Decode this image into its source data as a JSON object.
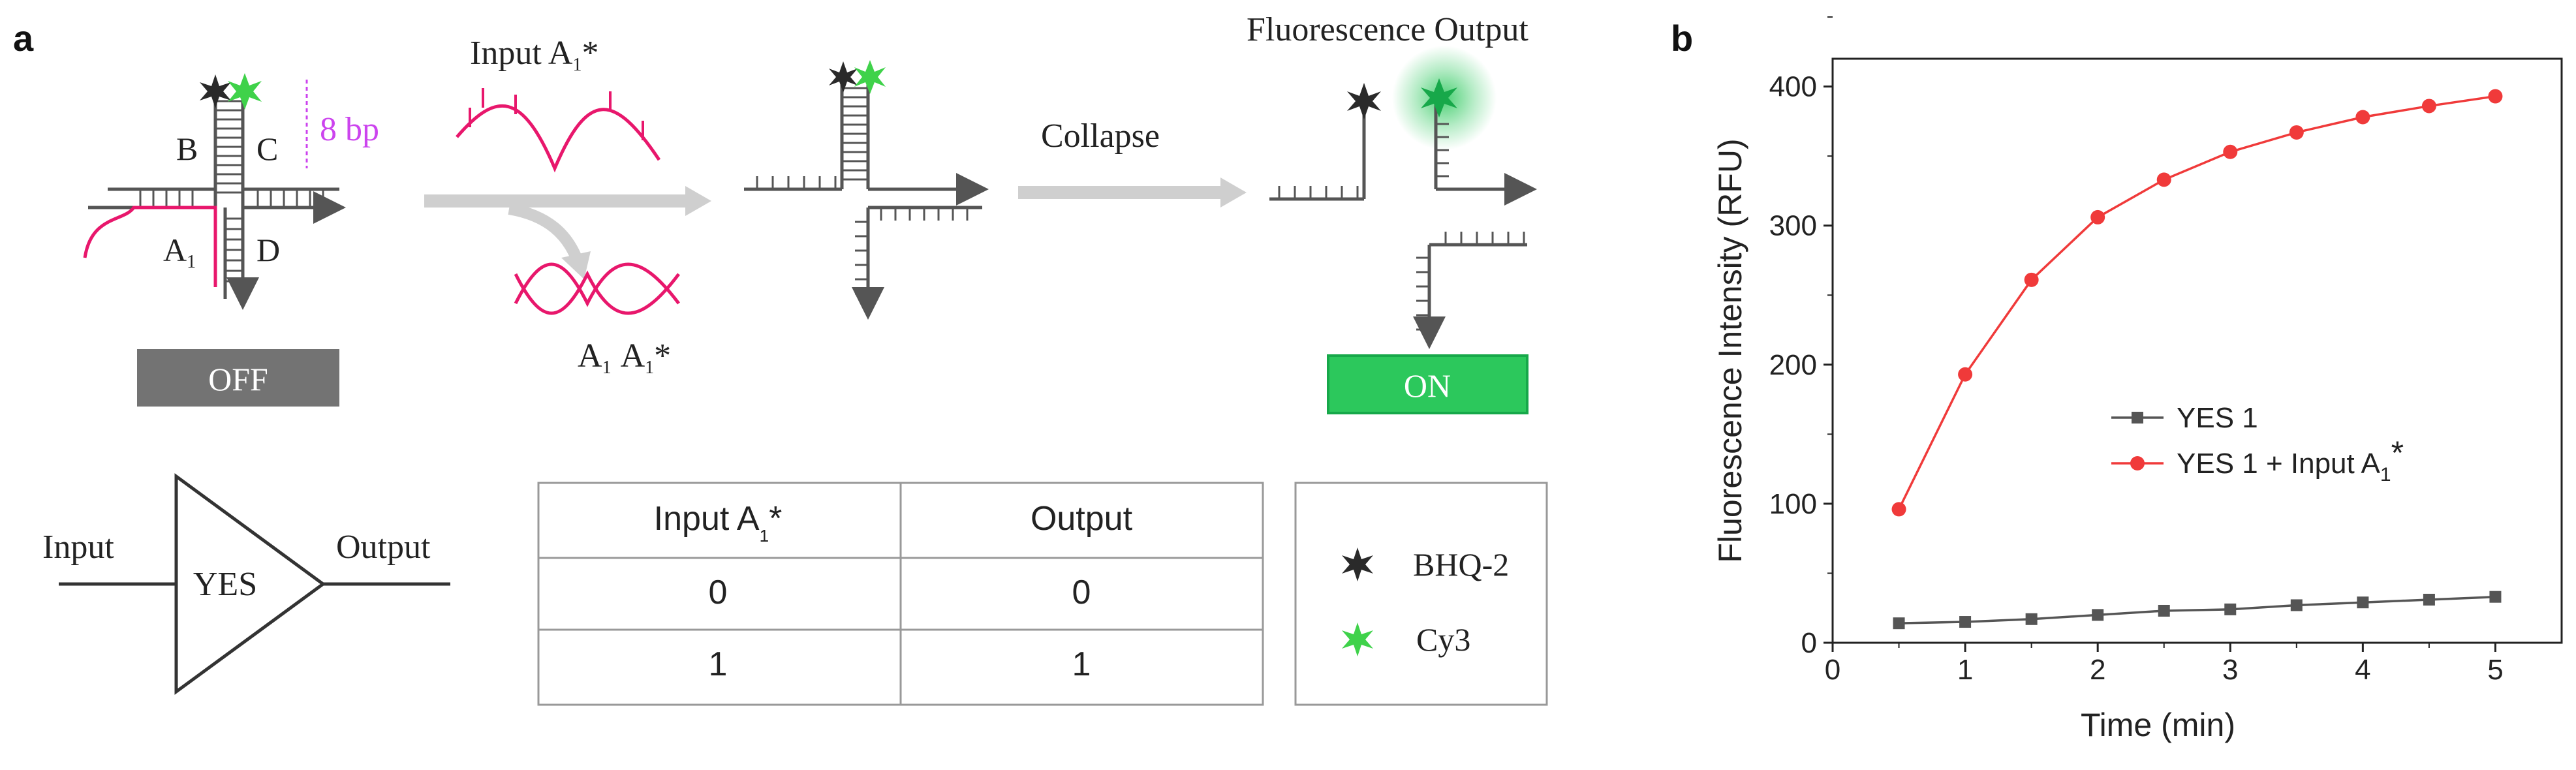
{
  "panel_labels": {
    "a": "a",
    "b": "b"
  },
  "schematic": {
    "input_label_main": "Input A",
    "input_label_sub": "1",
    "input_label_star": "*",
    "arm_labels": {
      "b": "B",
      "c": "C",
      "d": "D",
      "a": "A",
      "a_sub": "1"
    },
    "spacing_label": "8 bp",
    "byproduct_label": {
      "a": "A",
      "a_sub": "1",
      "b": "A",
      "b_sub": "1",
      "star": "*"
    },
    "collapse_label": "Collapse",
    "output_title": "Fluorescence Output",
    "off_badge": "OFF",
    "on_badge": "ON",
    "colors": {
      "strand_gray": "#555555",
      "input_pink": "#e8176c",
      "spacing_violet": "#cc44ee",
      "off_gray": "#737373",
      "on_green": "#2cc85c",
      "quencher": "#2a2a2a",
      "fluorophore": "#3fd24a"
    }
  },
  "logic_gate": {
    "input_label": "Input",
    "gate_label": "YES",
    "output_label": "Output"
  },
  "truth_table": {
    "header_input": "Input A",
    "header_input_sub": "1",
    "header_input_star": "*",
    "header_output": "Output",
    "rows": [
      {
        "input": "0",
        "output": "0"
      },
      {
        "input": "1",
        "output": "1"
      }
    ]
  },
  "legend_box": {
    "quencher": "BHQ-2",
    "fluorophore": "Cy3",
    "quencher_icon": "black-star-icon",
    "fluorophore_icon": "green-star-icon"
  },
  "chart_data": {
    "type": "line",
    "title": "",
    "xlabel": "Time (min)",
    "ylabel": "Fluorescence Intensity (RFU)",
    "xlim": [
      0,
      5.5
    ],
    "ylim": [
      0,
      420
    ],
    "xticks": [
      0,
      1,
      2,
      3,
      4,
      5
    ],
    "yticks": [
      0,
      100,
      200,
      300,
      400
    ],
    "grid": false,
    "legend_position": "center-right",
    "series": [
      {
        "name": "YES 1",
        "color": "#555555",
        "marker": "square",
        "x": [
          0.5,
          1,
          1.5,
          2,
          2.5,
          3,
          3.5,
          4,
          4.5,
          5
        ],
        "y": [
          14,
          15,
          17,
          20,
          23,
          24,
          27,
          29,
          31,
          33
        ]
      },
      {
        "name": "YES 1 + Input A",
        "name_sub": "1",
        "name_star": "*",
        "color": "#f03a3a",
        "marker": "circle",
        "x": [
          0.5,
          1,
          1.5,
          2,
          2.5,
          3,
          3.5,
          4,
          4.5,
          5
        ],
        "y": [
          96,
          193,
          261,
          306,
          333,
          353,
          367,
          378,
          386,
          393
        ]
      }
    ]
  }
}
